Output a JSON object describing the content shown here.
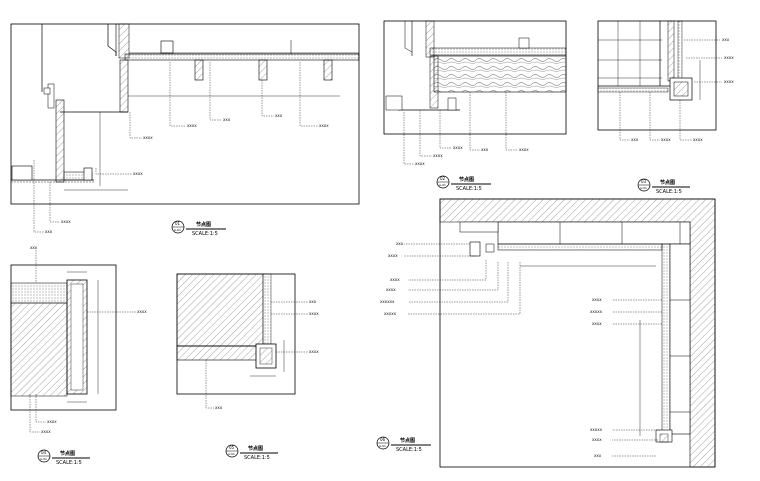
{
  "sheet": {
    "details": [
      {
        "num": "01",
        "sub": "A-01",
        "title": "节点图",
        "scale": "SCALE:1:5"
      },
      {
        "num": "02",
        "sub": "A-01",
        "title": "节点图",
        "scale": "SCALE:1:5"
      },
      {
        "num": "03",
        "sub": "A-01",
        "title": "节点图",
        "scale": "SCALE:1:5"
      },
      {
        "num": "04",
        "sub": "A-01",
        "title": "节点图",
        "scale": "SCALE:1:5"
      },
      {
        "num": "05",
        "sub": "A-01",
        "title": "节点图",
        "scale": "SCALE:1:5"
      },
      {
        "num": "06",
        "sub": "A-01",
        "title": "节点图",
        "scale": "SCALE:1:5"
      }
    ]
  },
  "colors": {
    "line": "#000000",
    "hatch": "#555555",
    "bg": "#ffffff"
  }
}
